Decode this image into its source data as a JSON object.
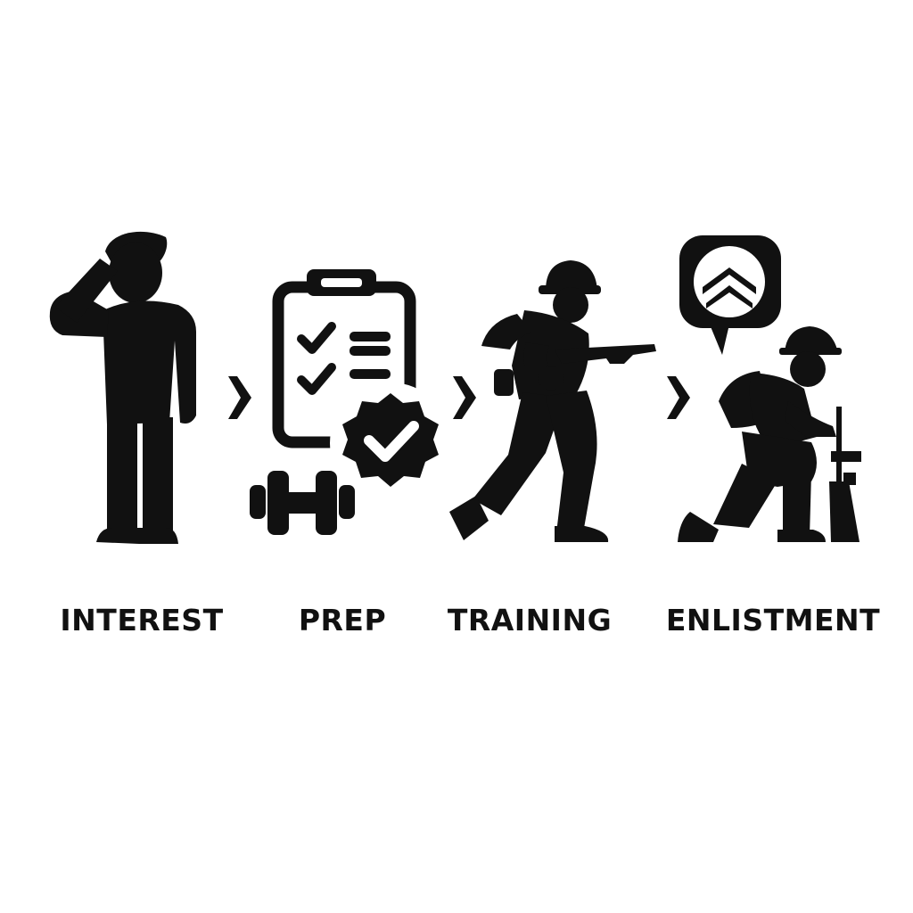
{
  "colors": {
    "ink": "#111111",
    "background": "#ffffff"
  },
  "steps": [
    {
      "label": "INTEREST",
      "icon": "saluting-soldier-icon"
    },
    {
      "label": "PREP",
      "icon": "checklist-dumbbell-badge-icon"
    },
    {
      "label": "TRAINING",
      "icon": "running-soldier-rifle-icon"
    },
    {
      "label": "ENLISTMENT",
      "icon": "kneeling-soldier-rank-icon"
    }
  ],
  "connector_icon": "chevron-right-icon"
}
